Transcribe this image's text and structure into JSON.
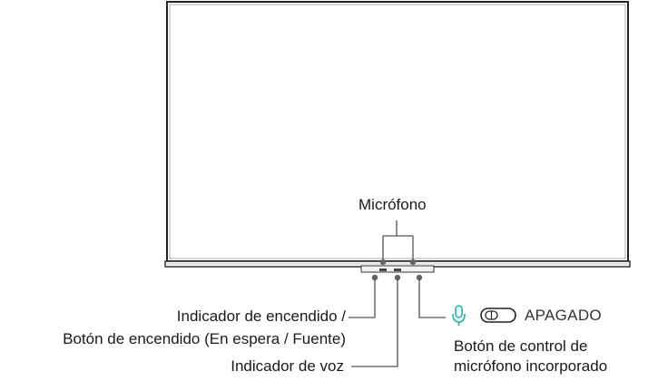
{
  "labels": {
    "microphone": "Micrófono",
    "power_indicator_line1": "Indicador de encendido /",
    "power_indicator_line2": "Botón de encendido (En espera / Fuente)",
    "voice_indicator": "Indicador de voz",
    "switch_status": "APAGADO",
    "mic_switch_line1": "Botón de control de",
    "mic_switch_line2": "micrófono incorporado"
  },
  "icons": {
    "microphone_icon": "microphone-icon",
    "switch_icon": "toggle-switch-icon"
  },
  "colors": {
    "accent": "#1fb5ad",
    "line": "#555555",
    "frame": "#222222"
  }
}
